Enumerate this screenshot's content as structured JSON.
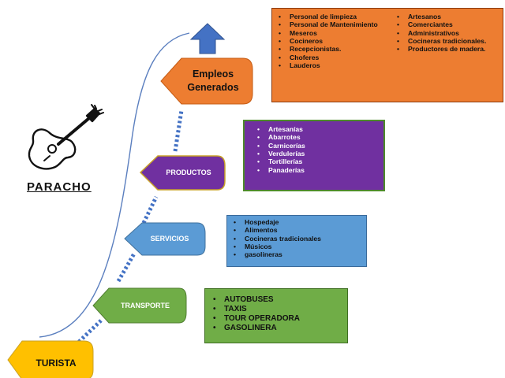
{
  "title": "PARACHO",
  "icons": {
    "guitar": "guitar-icon",
    "arrow": "up-arrow-icon"
  },
  "colors": {
    "orange": "#ED7D31",
    "purple": "#7030A0",
    "blue": "#5B9BD5",
    "green": "#70AD47",
    "yellow": "#FFC000",
    "connector": "#4472C4",
    "box_border": "#2E6B1E"
  },
  "levels": {
    "turista": "TURISTA",
    "transporte": "TRANSPORTE",
    "servicios": "SERVICIOS",
    "productos": "PRODUCTOS",
    "empleos_line1": "Empleos",
    "empleos_line2": "Generados"
  },
  "empleos_list": {
    "col1": [
      "Personal de limpieza",
      "Personal de Mantenimiento",
      "Meseros",
      "Cocineros",
      "Recepcionistas.",
      "Choferes",
      "Lauderos"
    ],
    "col2": [
      "Artesanos",
      "Comerciantes",
      "Administrativos",
      "Cocineras tradicionales.",
      "Productores de madera."
    ]
  },
  "productos_list": [
    "Artesanías",
    "Abarrotes",
    "Carnicerías",
    "Verdulerías",
    "Tortillerías",
    "Panaderías"
  ],
  "servicios_list": [
    "Hospedaje",
    "Alimentos",
    "Cocineras tradicionales",
    "Músicos",
    "gasolineras"
  ],
  "transporte_list": [
    "AUTOBUSES",
    "TAXIS",
    "TOUR OPERADORA",
    "GASOLINERA"
  ]
}
